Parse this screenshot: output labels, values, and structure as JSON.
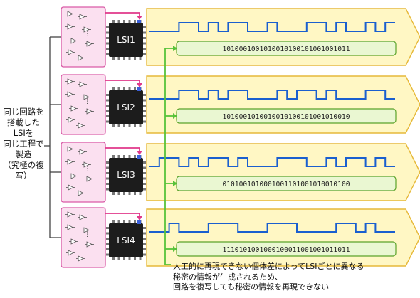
{
  "left_label": "同じ回路を\n搭載した\nLSIを\n同じ工程で\n製造\n（究極の複写）",
  "colors": {
    "arrow_fill": "#fff7c4",
    "arrow_stroke": "#e6b93a",
    "code_box_fill": "#eaf7d2",
    "code_box_stroke": "#5aa32a",
    "circuit_fill": "#fbe0f0",
    "circuit_stroke": "#d95aa6",
    "signal": "#1a5fcf",
    "connector": "#e0388a",
    "bus_line": "#58c23a",
    "chip_body": "#1c1c1c"
  },
  "rows": [
    {
      "chip_label": "LSI1",
      "bits": "1010001001010010100101001001011",
      "waveform": "0001101011001000110100101"
    },
    {
      "chip_label": "LSI2",
      "bits": "1010001010010010100101001010010",
      "waveform": "0001101011000101101000110"
    },
    {
      "chip_label": "LSI3",
      "bits": "0101001010001001101001010010100",
      "waveform": "0110101101000111001011010"
    },
    {
      "chip_label": "LSI4",
      "bits": "1110101001000100011001001011011",
      "waveform": "0010001110001110000110100"
    }
  ],
  "caption": "人工的に再現できない個体差によってLSIごとに異なる\n秘密の情報が生成されるため、\n回路を複写しても秘密の情報を再現できない"
}
